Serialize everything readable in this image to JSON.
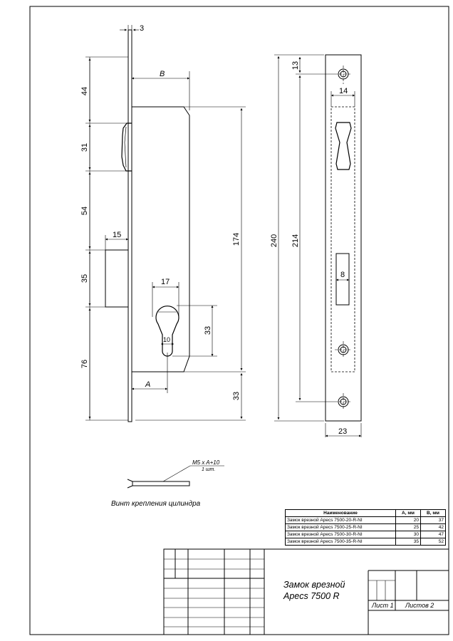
{
  "dimensions": {
    "faceplate_thickness": "3",
    "offset_b": "B",
    "offset_a": "A",
    "top_44": "44",
    "handle_31": "31",
    "gap_54": "54",
    "cyl_35": "35",
    "bottom_76": "76",
    "pin_15": "15",
    "cyl_width_17": "17",
    "cyl_height_33": "33",
    "cyl_neck_10": "10",
    "body_174": "174",
    "body_bottom_33": "33",
    "plate_240": "240",
    "hole_13": "13",
    "hole_spacing_214": "214",
    "width_14": "14",
    "bolt_8": "8",
    "plate_width_23": "23"
  },
  "screw": {
    "callout": "M5 x A+10",
    "quantity": "1 шт.",
    "caption": "Винт крепления цилиндра"
  },
  "spec_table": {
    "headers": [
      "Наименование",
      "A, мм",
      "B, мм"
    ],
    "rows": [
      [
        "Замок врезной Apecs 7500-20-R-NI",
        "20",
        "37"
      ],
      [
        "Замок врезной Apecs 7500-25-R-NI",
        "25",
        "42"
      ],
      [
        "Замок врезной Apecs 7500-30-R-NI",
        "30",
        "47"
      ],
      [
        "Замок врезной Apecs 7500-35-R-NI",
        "35",
        "52"
      ]
    ]
  },
  "title_block": {
    "title_line1": "Замок врезной",
    "title_line2": "Apecs 7500 R",
    "sheet_label": "Лист 1",
    "sheets_label": "Листов 2"
  }
}
